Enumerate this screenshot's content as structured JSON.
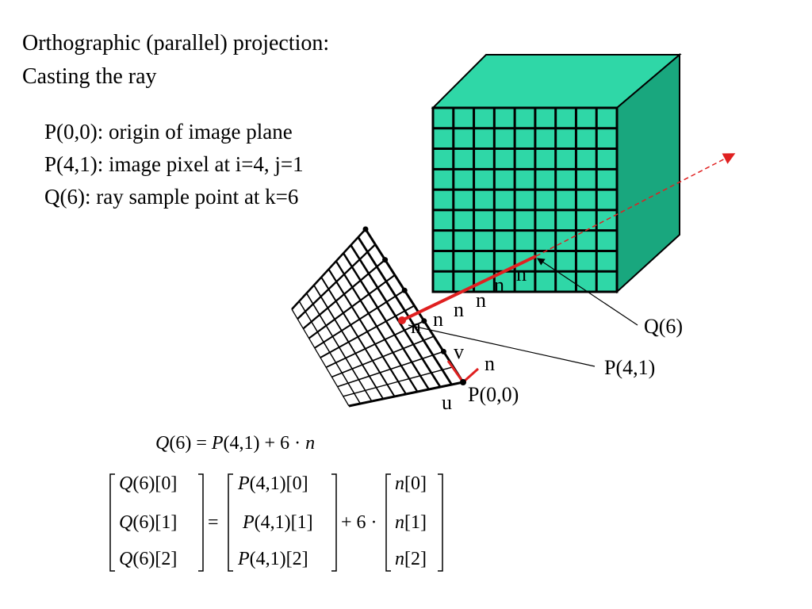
{
  "title": {
    "line1": "Orthographic (parallel) projection:",
    "line2": "Casting the ray"
  },
  "definitions": [
    "P(0,0): origin of image plane",
    "P(4,1): image pixel at i=4, j=1",
    "Q(6): ray sample point at k=6"
  ],
  "diagram": {
    "volume_color": "#2fd7a7",
    "volume_side_color": "#19a77e",
    "ray_color": "#e02020",
    "label_q6": "Q(6)",
    "label_p41": "P(4,1)",
    "label_p00": "P(0,0)",
    "label_u": "u",
    "label_v": "v",
    "label_n": "n"
  },
  "equation": {
    "main": {
      "lhs_Q": "Q",
      "lhs_arg": "(6) = ",
      "P": "P",
      "P_arg": "(4,1) + 6 · ",
      "n": "n"
    },
    "lhs_rows": [
      "(6)[0]",
      "(6)[1]",
      "(6)[2]"
    ],
    "lhs_sym": "Q",
    "mid_sym": "P",
    "mid_rows": [
      "(4,1)[0]",
      "(4,1)[1]",
      "(4,1)[2]"
    ],
    "rhs_sym": "n",
    "rhs_rows": [
      "[0]",
      "[1]",
      "[2]"
    ],
    "equals": "=",
    "plus_six": "+ 6 ·"
  }
}
